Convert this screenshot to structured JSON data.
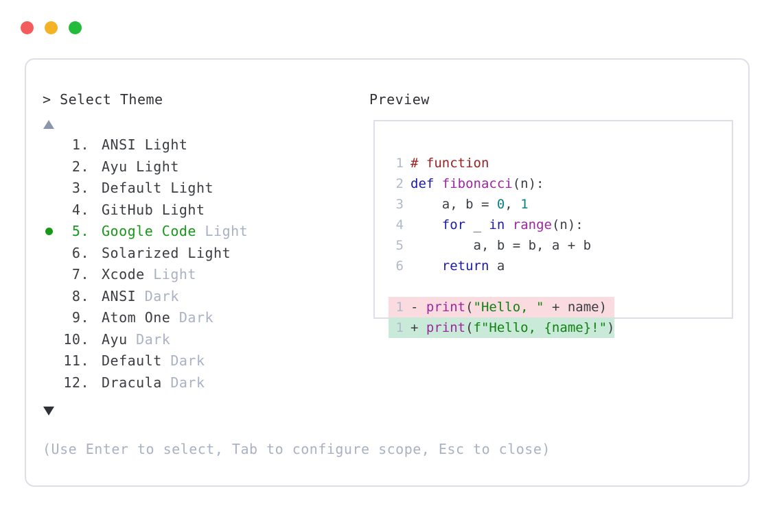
{
  "window": {
    "traffic_lights": [
      {
        "name": "close",
        "color": "#f25c5c"
      },
      {
        "name": "minimize",
        "color": "#f5b225"
      },
      {
        "name": "maximize",
        "color": "#22bb3a"
      }
    ]
  },
  "prompt": {
    "marker": ">",
    "title": "Select Theme",
    "preview_label": "Preview",
    "scroll_up_icon": "triangle-up",
    "scroll_down_icon": "triangle-down"
  },
  "themes": {
    "selected_index": 5,
    "selected_bullet": "●",
    "items": [
      {
        "index": "1.",
        "name": "ANSI Light",
        "variant": "",
        "selected": false
      },
      {
        "index": "2.",
        "name": "Ayu Light",
        "variant": "",
        "selected": false
      },
      {
        "index": "3.",
        "name": "Default Light",
        "variant": "",
        "selected": false
      },
      {
        "index": "4.",
        "name": "GitHub Light",
        "variant": "",
        "selected": false
      },
      {
        "index": "5.",
        "name": "Google Code",
        "variant": "Light",
        "selected": true
      },
      {
        "index": "6.",
        "name": "Solarized Light",
        "variant": "",
        "selected": false
      },
      {
        "index": "7.",
        "name": "Xcode",
        "variant": "Light",
        "selected": false
      },
      {
        "index": "8.",
        "name": "ANSI",
        "variant": "Dark",
        "selected": false
      },
      {
        "index": "9.",
        "name": "Atom One",
        "variant": "Dark",
        "selected": false
      },
      {
        "index": "10.",
        "name": "Ayu",
        "variant": "Dark",
        "selected": false
      },
      {
        "index": "11.",
        "name": "Default",
        "variant": "Dark",
        "selected": false
      },
      {
        "index": "12.",
        "name": "Dracula",
        "variant": "Dark",
        "selected": false
      }
    ]
  },
  "preview": {
    "code_lines": [
      {
        "ln": "1",
        "tokens": [
          {
            "t": "# function",
            "c": "comment"
          }
        ]
      },
      {
        "ln": "2",
        "tokens": [
          {
            "t": "def ",
            "c": "kw"
          },
          {
            "t": "fibonacci",
            "c": "fn"
          },
          {
            "t": "(n):",
            "c": "plain"
          }
        ]
      },
      {
        "ln": "3",
        "tokens": [
          {
            "t": "    a, b = ",
            "c": "plain"
          },
          {
            "t": "0",
            "c": "num"
          },
          {
            "t": ", ",
            "c": "plain"
          },
          {
            "t": "1",
            "c": "num"
          }
        ]
      },
      {
        "ln": "4",
        "tokens": [
          {
            "t": "    ",
            "c": "plain"
          },
          {
            "t": "for",
            "c": "kw"
          },
          {
            "t": " _ ",
            "c": "plain"
          },
          {
            "t": "in",
            "c": "kw"
          },
          {
            "t": " ",
            "c": "plain"
          },
          {
            "t": "range",
            "c": "fn"
          },
          {
            "t": "(n):",
            "c": "plain"
          }
        ]
      },
      {
        "ln": "5",
        "tokens": [
          {
            "t": "        a, b = b, a + b",
            "c": "plain"
          }
        ]
      },
      {
        "ln": "6",
        "tokens": [
          {
            "t": "    ",
            "c": "plain"
          },
          {
            "t": "return",
            "c": "kw"
          },
          {
            "t": " a",
            "c": "plain"
          }
        ]
      }
    ],
    "diff_lines": [
      {
        "ln": "1",
        "mark": "-",
        "kind": "del",
        "tokens": [
          {
            "t": "print",
            "c": "fn"
          },
          {
            "t": "(",
            "c": "plain"
          },
          {
            "t": "\"Hello, \"",
            "c": "str"
          },
          {
            "t": " + name)",
            "c": "plain"
          }
        ]
      },
      {
        "ln": "1",
        "mark": "+",
        "kind": "add",
        "tokens": [
          {
            "t": "print",
            "c": "fn"
          },
          {
            "t": "(",
            "c": "plain"
          },
          {
            "t": "f\"Hello, {name}!\"",
            "c": "str"
          },
          {
            "t": ")",
            "c": "plain"
          }
        ]
      }
    ],
    "colors": {
      "comment": "#9c2020",
      "keyword": "#1a1aab",
      "function": "#9c27a0",
      "number": "#0c8080",
      "string": "#118011",
      "plain": "#3a3d42",
      "line_number": "#b0b9c9",
      "diff_delete_bg": "#fadce0",
      "diff_add_bg": "#c9ead8"
    }
  },
  "footer": {
    "hint": "(Use Enter to select, Tab to configure scope, Esc to close)"
  }
}
